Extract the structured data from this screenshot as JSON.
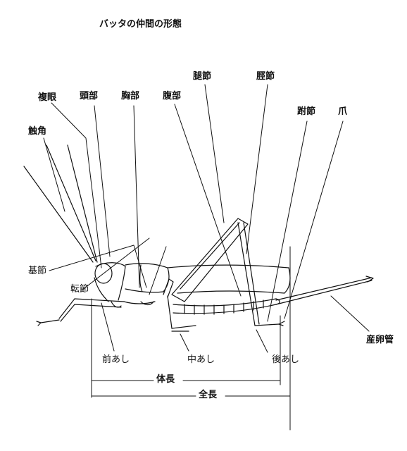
{
  "title": "バッタの仲間の形態",
  "labels": {
    "fukugan": "複眼",
    "toubu": "頭部",
    "kyoubu": "胸部",
    "fukubu": "腹部",
    "taisetsu": "腿節",
    "keisetsu": "脛節",
    "fusetsu": "跗節",
    "tsume": "爪",
    "shokkaku": "触角",
    "kisetsu": "基節",
    "tensetsu": "転節",
    "maeashi": "前あし",
    "nakaashi": "中あし",
    "ushiroashi": "後あし",
    "sanrankan": "産卵管",
    "taichou": "体長",
    "zenchou": "全長"
  },
  "colors": {
    "ink": "#111111",
    "background": "#ffffff"
  }
}
